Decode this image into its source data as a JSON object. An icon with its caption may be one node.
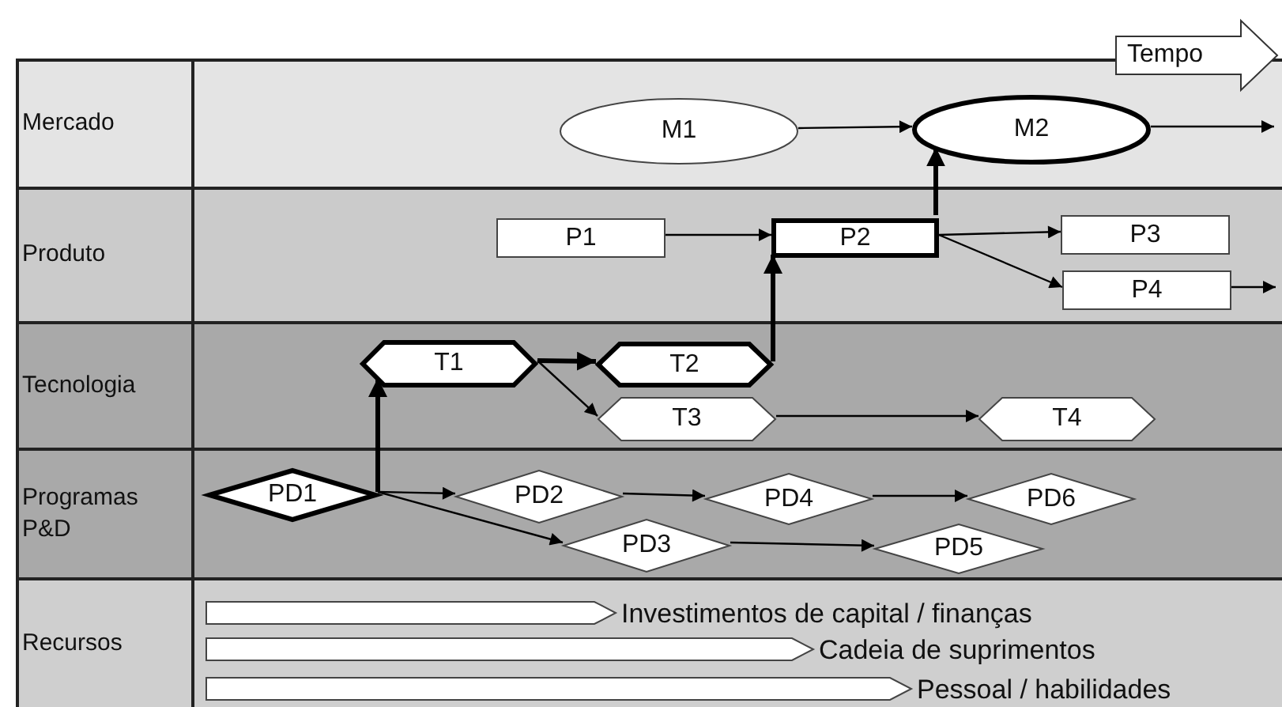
{
  "diagram": {
    "nodes": [
      {
        "text": [
          "Mercado"
        ]
      },
      {
        "text": [
          "Produto"
        ]
      },
      {
        "text": [
          "Tecnologia"
        ]
      },
      {
        "text": [
          "Programas P&D"
        ]
      },
      {
        "text": [
          "Recursos"
        ]
      },
      {
        "text": [
          "M1"
        ],
        "in": 0
      },
      {
        "text": [
          "M2"
        ],
        "in": 0
      },
      {
        "text": [
          "P1"
        ],
        "in": 1
      },
      {
        "text": [
          "P2"
        ],
        "in": 1
      },
      {
        "text": [
          "P3"
        ],
        "in": 1
      },
      {
        "text": [
          "P4"
        ],
        "in": 1
      },
      {
        "text": [
          "T1"
        ],
        "in": 2
      },
      {
        "text": [
          "T2"
        ],
        "in": 2
      },
      {
        "text": [
          "T3"
        ],
        "in": 2
      },
      {
        "text": [
          "T4"
        ],
        "in": 2
      },
      {
        "text": [
          "PD1"
        ],
        "in": 3
      },
      {
        "text": [
          "PD2"
        ],
        "in": 3
      },
      {
        "text": [
          "PD3"
        ],
        "in": 3
      },
      {
        "text": [
          "PD4"
        ],
        "in": 3
      },
      {
        "text": [
          "PD5"
        ],
        "in": 3
      },
      {
        "text": [
          "PD6"
        ],
        "in": 3
      },
      {
        "text": [],
        "shape": "bar",
        "in": 4,
        "beside": [
          "Investimentos de capital / finanças"
        ]
      },
      {
        "text": [],
        "shape": "bar",
        "in": 4,
        "beside": [
          "Cadeia de suprimentos"
        ]
      },
      {
        "text": [],
        "shape": "bar",
        "in": 4,
        "beside": [
          "Pessoal / habilidades"
        ]
      }
    ],
    "edges": [
      {
        "from": 5,
        "to": 6,
        "arrow": "to"
      },
      {
        "from": 6,
        "to": null,
        "arrow": "to"
      },
      {
        "from": 7,
        "to": 8,
        "arrow": "to"
      },
      {
        "from": 8,
        "to": 6,
        "arrow": "to",
        "style": "thick"
      },
      {
        "from": 8,
        "to": 9,
        "arrow": "to"
      },
      {
        "from": 8,
        "to": 10,
        "arrow": "to"
      },
      {
        "from": 10,
        "to": null,
        "arrow": "to"
      },
      {
        "from": 11,
        "to": 12,
        "arrow": "to",
        "style": "thick"
      },
      {
        "from": 12,
        "to": 8,
        "arrow": "to",
        "style": "thick"
      },
      {
        "from": 11,
        "to": 13,
        "arrow": "to"
      },
      {
        "from": 13,
        "to": 14,
        "arrow": "to"
      },
      {
        "from": 15,
        "to": 11,
        "arrow": "to",
        "style": "thick"
      },
      {
        "from": 15,
        "to": 16,
        "arrow": "to"
      },
      {
        "from": 15,
        "to": 17,
        "arrow": "to"
      },
      {
        "from": 16,
        "to": 18,
        "arrow": "to"
      },
      {
        "from": 18,
        "to": 20,
        "arrow": "to"
      },
      {
        "from": 17,
        "to": 19,
        "arrow": "to"
      }
    ],
    "labels": [
      "Tempo"
    ]
  }
}
